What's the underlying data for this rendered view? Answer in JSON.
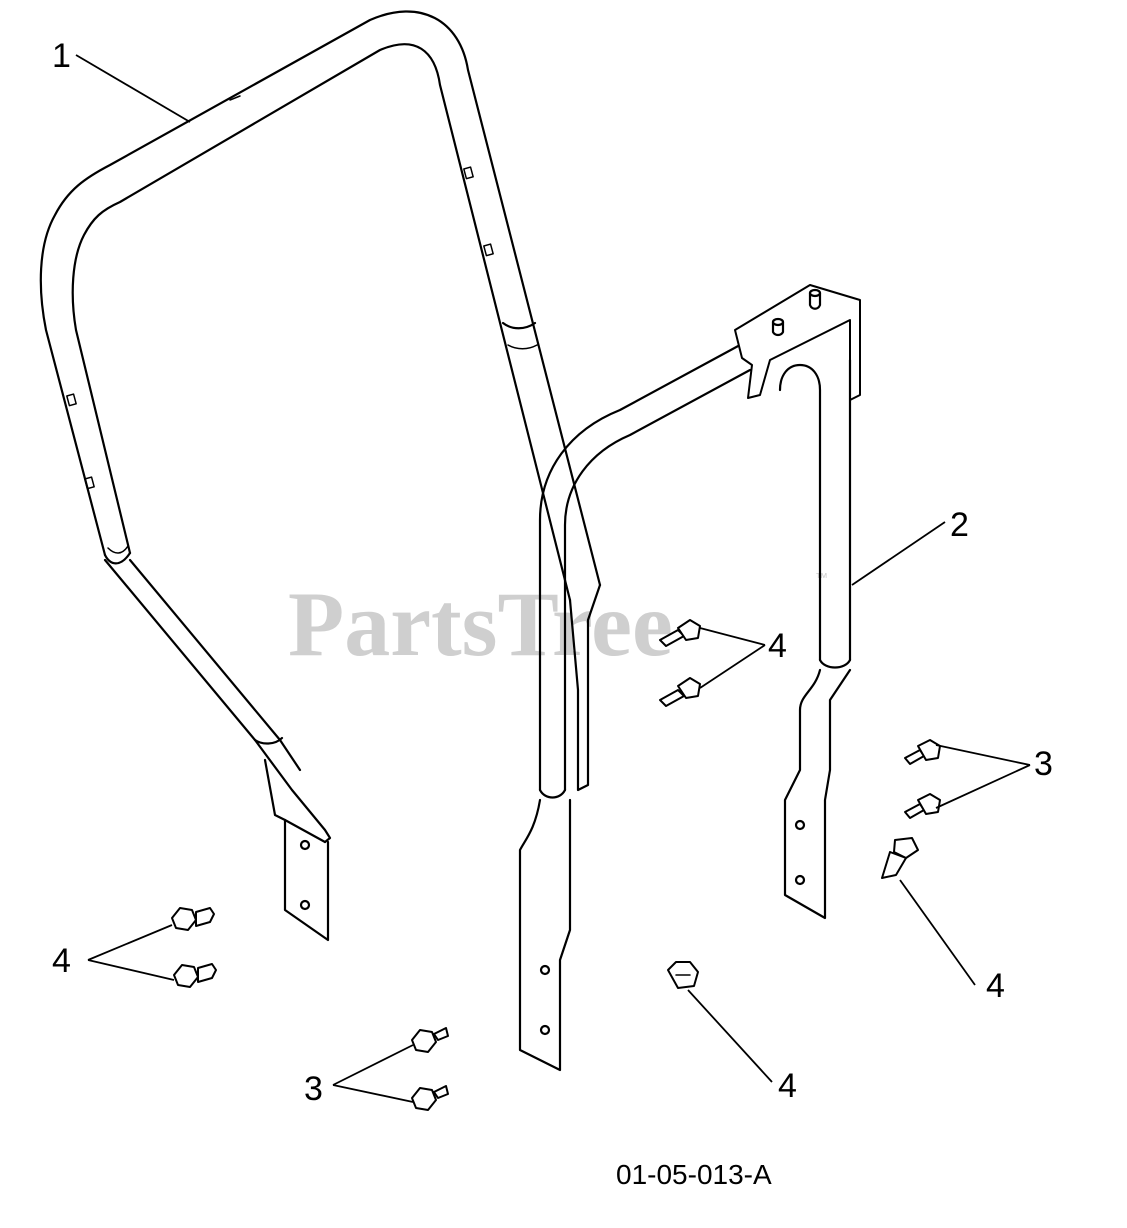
{
  "watermark": {
    "text": "PartsTree",
    "trademark": "™"
  },
  "callouts": [
    {
      "id": "c1",
      "label": "1"
    },
    {
      "id": "c2",
      "label": "2"
    },
    {
      "id": "c3a",
      "label": "3"
    },
    {
      "id": "c3b",
      "label": "3"
    },
    {
      "id": "c4a",
      "label": "4"
    },
    {
      "id": "c4b",
      "label": "4"
    },
    {
      "id": "c4c",
      "label": "4"
    },
    {
      "id": "c4d",
      "label": "4"
    }
  ],
  "diagram_number": "01-05-013-A",
  "colors": {
    "line": "#000000",
    "watermark": "#cfcfcf",
    "background": "#ffffff"
  }
}
